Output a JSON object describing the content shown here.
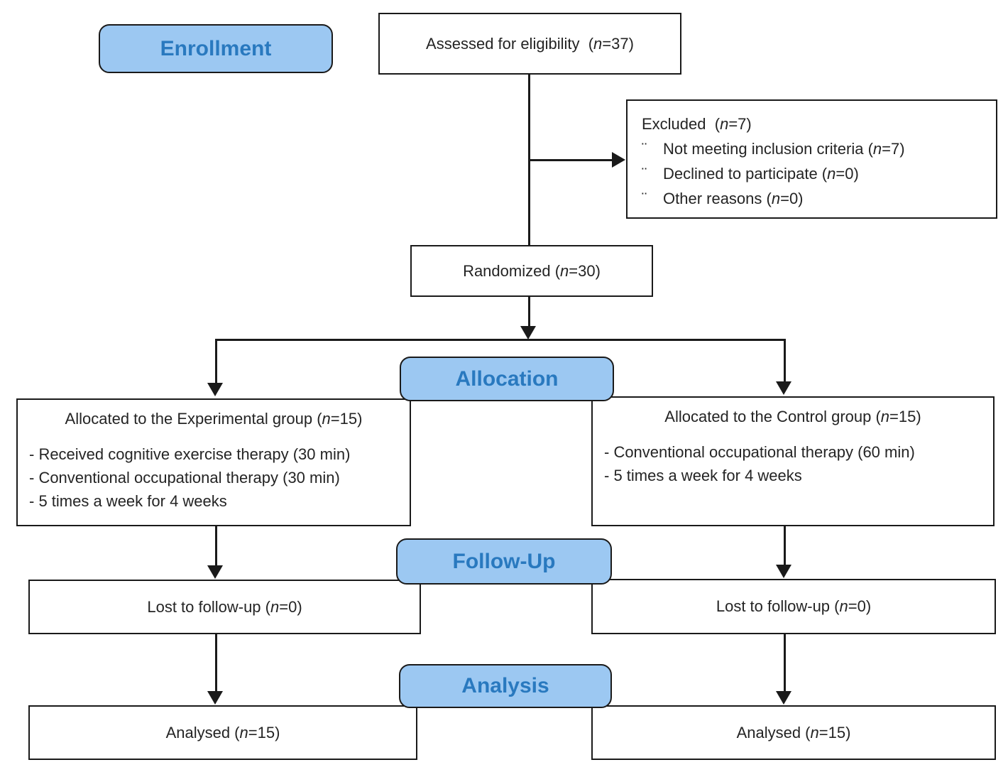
{
  "colors": {
    "stage_fill": "#9CC8F2",
    "stage_text": "#2979BF",
    "line": "#1a1a1a"
  },
  "stages": {
    "enrollment": "Enrollment",
    "allocation": "Allocation",
    "followup": "Follow-Up",
    "analysis": "Analysis"
  },
  "assessed": {
    "pre": "Assessed for eligibility  (",
    "n": "n",
    "post": "=37)"
  },
  "excluded": {
    "title": {
      "pre": "Excluded  (",
      "n": "n",
      "post": "=7)"
    },
    "items": [
      {
        "bullet": "¨",
        "pre": "Not meeting inclusion criteria (",
        "n": "n",
        "post": "=7)"
      },
      {
        "bullet": "¨",
        "pre": "Declined to participate (",
        "n": "n",
        "post": "=0)"
      },
      {
        "bullet": "¨",
        "pre": "Other reasons (",
        "n": "n",
        "post": "=0)"
      }
    ]
  },
  "randomized": {
    "pre": "Randomized (",
    "n": "n",
    "post": "=30)"
  },
  "alloc_left": {
    "title": {
      "pre": "Allocated to the Experimental group (",
      "n": "n",
      "post": "=15)"
    },
    "items": [
      "- Received cognitive exercise therapy (30 min)",
      "- Conventional occupational therapy (30 min)",
      "- 5 times a week for 4 weeks"
    ]
  },
  "alloc_right": {
    "title": {
      "pre": "Allocated to the Control group (",
      "n": "n",
      "post": "=15)"
    },
    "items": [
      "- Conventional occupational therapy (60 min)",
      "- 5 times a week for 4 weeks"
    ]
  },
  "lost_left": {
    "pre": "Lost to follow-up (",
    "n": "n",
    "post": "=0)"
  },
  "lost_right": {
    "pre": "Lost to follow-up (",
    "n": "n",
    "post": "=0)"
  },
  "analysed_left": {
    "pre": "Analysed (",
    "n": "n",
    "post": "=15)"
  },
  "analysed_right": {
    "pre": "Analysed (",
    "n": "n",
    "post": "=15)"
  }
}
